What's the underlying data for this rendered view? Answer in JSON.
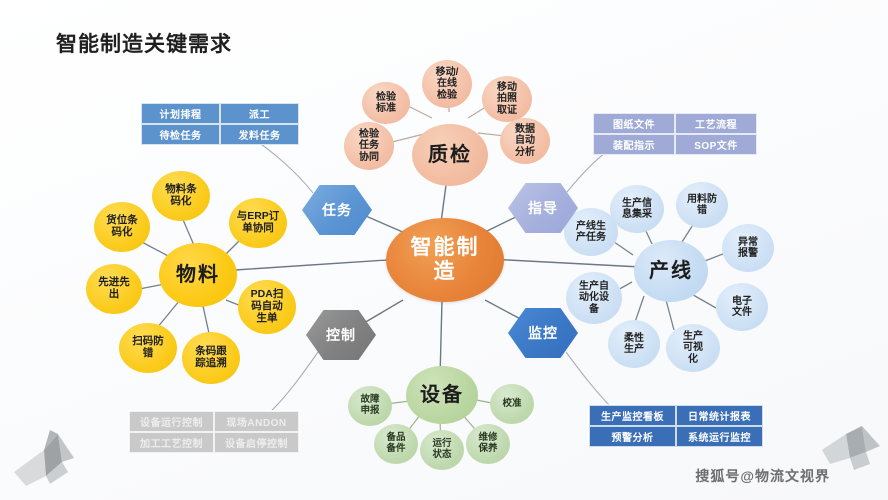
{
  "title": "智能制造关键需求",
  "watermark": "搜狐号@物流文视界",
  "center": {
    "label": "智能制造",
    "color": "#e8843a"
  },
  "hexagons": [
    {
      "key": "task",
      "label": "任务",
      "color": "#5b95d4"
    },
    {
      "key": "guide",
      "label": "指导",
      "color": "#a5b0dd"
    },
    {
      "key": "mon",
      "label": "监控",
      "color": "#3b78c6"
    },
    {
      "key": "ctrl",
      "label": "控制",
      "color": "#818181"
    }
  ],
  "clusters": {
    "material": {
      "hub": "物料",
      "color": "#fcc914",
      "leaves": [
        {
          "label": "物料条码化"
        },
        {
          "label": "货位条码化"
        },
        {
          "label": "与ERP订单协同"
        },
        {
          "label": "先进先出"
        },
        {
          "label": "PDA扫码自动生单"
        },
        {
          "label": "扫码防错"
        },
        {
          "label": "条码跟踪追溯"
        }
      ]
    },
    "qc": {
      "hub": "质检",
      "color": "#f2bda1",
      "leaves": [
        {
          "label": "检验标准"
        },
        {
          "label": "移动/在线检验"
        },
        {
          "label": "移动拍照取证"
        },
        {
          "label": "数据自动分析"
        },
        {
          "label": "检验任务协同"
        }
      ]
    },
    "line": {
      "hub": "产线",
      "color": "#c5dcf3",
      "leaves": [
        {
          "label": "生产信息集采"
        },
        {
          "label": "用料防错"
        },
        {
          "label": "产线生产任务"
        },
        {
          "label": "异常报警"
        },
        {
          "label": "生产自动化设备"
        },
        {
          "label": "电子文件"
        },
        {
          "label": "柔性生产"
        },
        {
          "label": "生产可视化"
        }
      ]
    },
    "equip": {
      "hub": "设备",
      "color": "#b9d6a0",
      "leaves": [
        {
          "label": "故障申报"
        },
        {
          "label": "校准"
        },
        {
          "label": "备品备件"
        },
        {
          "label": "运行状态"
        },
        {
          "label": "维修保养"
        }
      ]
    }
  },
  "label_boxes": {
    "task": {
      "color": "#5d93cd",
      "cells": [
        "计划排程",
        "派工",
        "待检任务",
        "发料任务"
      ]
    },
    "guide": {
      "color": "#9fabd6",
      "cells": [
        "图纸文件",
        "工艺流程",
        "装配指示",
        "SOP文件"
      ]
    },
    "ctrl": {
      "color": "#c9c9c9",
      "cells": [
        "设备运行控制",
        "现场ANDON",
        "加工工艺控制",
        "设备启停控制"
      ]
    },
    "mon": {
      "color": "#3a6fb8",
      "cells": [
        "生产监控看板",
        "日常统计报表",
        "预警分析",
        "系统运行监控"
      ]
    }
  }
}
